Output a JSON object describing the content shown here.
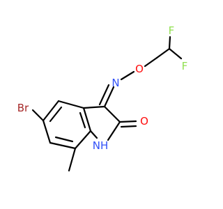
{
  "molecule": {
    "colors": {
      "bond": "#000000",
      "O": "#ff0d0d",
      "N": "#3050f8",
      "F": "#90e050",
      "Br": "#a62929"
    },
    "atoms": {
      "Br": "Br",
      "F1": "F",
      "F2": "F",
      "O_ether": "O",
      "N_oxime": "N",
      "O_carbonyl": "O",
      "NH": "NH"
    }
  }
}
